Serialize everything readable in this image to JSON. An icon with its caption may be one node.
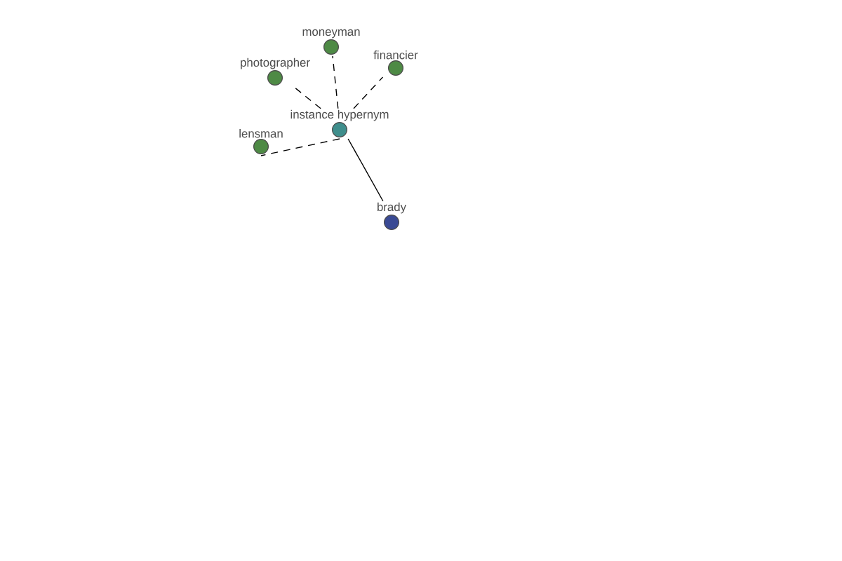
{
  "diagram": {
    "nodes": [
      {
        "text": [
          "moneyman"
        ]
      },
      {
        "text": [
          "financier"
        ]
      },
      {
        "text": [
          "photographer"
        ]
      },
      {
        "text": [
          "instance hypernym"
        ]
      },
      {
        "text": [
          "lensman"
        ]
      },
      {
        "text": [
          "brady"
        ]
      }
    ],
    "edges": [
      {
        "from": 3,
        "to": 0,
        "arrow": "none",
        "style": "dashed"
      },
      {
        "from": 3,
        "to": 1,
        "arrow": "none",
        "style": "dashed"
      },
      {
        "from": 3,
        "to": 2,
        "arrow": "none",
        "style": "dashed"
      },
      {
        "from": 3,
        "to": 4,
        "arrow": "none",
        "style": "dashed"
      },
      {
        "from": 3,
        "to": 5,
        "arrow": "none"
      }
    ]
  }
}
